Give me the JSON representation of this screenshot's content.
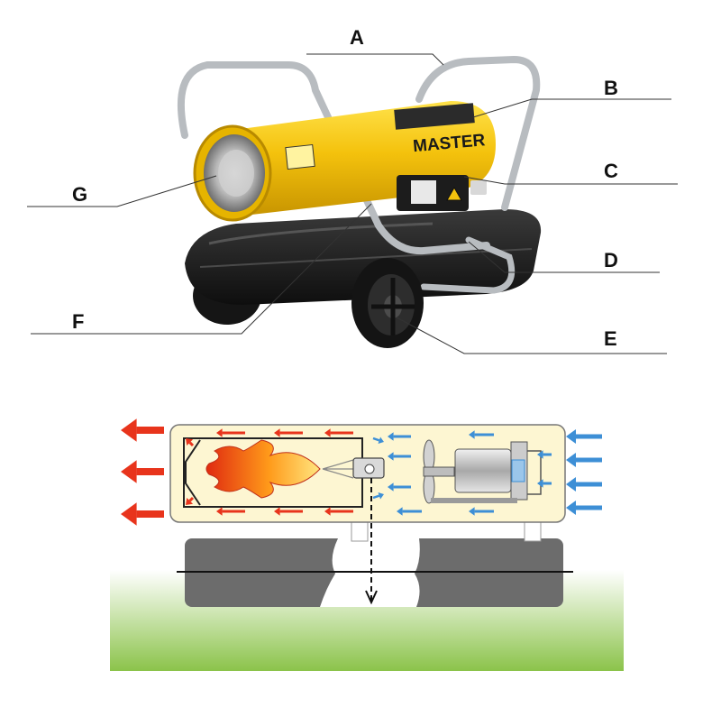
{
  "product": {
    "brand_text": "MASTER"
  },
  "callouts": [
    "A",
    "B",
    "C",
    "D",
    "E",
    "F",
    "G"
  ],
  "colors": {
    "heater_yellow": "#f4c20d",
    "tank_black": "#1e1e1e",
    "frame_steel": "#b8bcc0",
    "hot_air_arrow": "#e8341c",
    "cold_air_arrow": "#3d8fd6",
    "panel_fill": "#fdf6d2",
    "ground_green": "#8bc34a"
  },
  "diagram": {
    "hot_arrows_outside": 3,
    "cold_arrows_outside": 4
  }
}
